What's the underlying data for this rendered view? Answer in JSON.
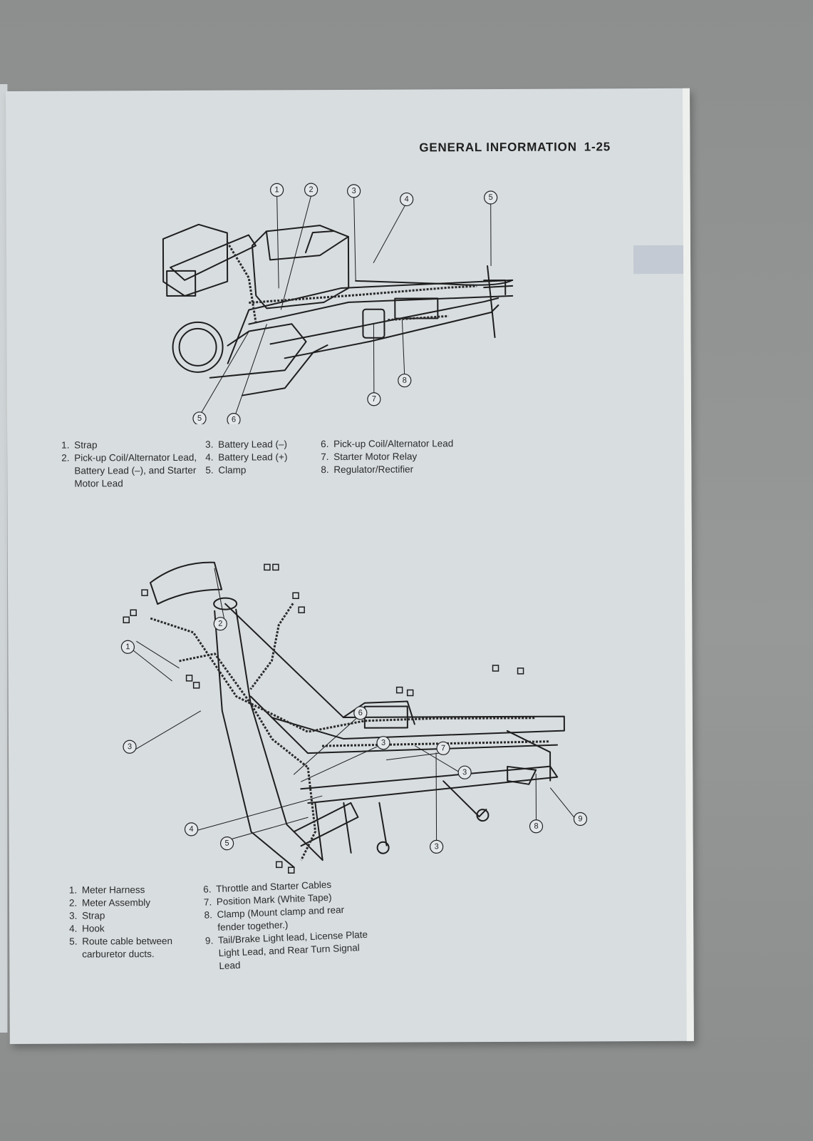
{
  "page": {
    "section_title": "GENERAL INFORMATION",
    "page_number": "1-25"
  },
  "figure1": {
    "callouts": [
      "1",
      "2",
      "3",
      "4",
      "5",
      "5",
      "6",
      "7",
      "8"
    ],
    "legend": [
      {
        "num": "1.",
        "text": "Strap"
      },
      {
        "num": "2.",
        "text": "Pick-up Coil/Alternator Lead, Battery Lead (–), and Starter Motor Lead"
      },
      {
        "num": "3.",
        "text": "Battery Lead (–)"
      },
      {
        "num": "4.",
        "text": "Battery Lead (+)"
      },
      {
        "num": "5.",
        "text": "Clamp"
      },
      {
        "num": "6.",
        "text": "Pick-up Coil/Alternator Lead"
      },
      {
        "num": "7.",
        "text": "Starter Motor Relay"
      },
      {
        "num": "8.",
        "text": "Regulator/Rectifier"
      }
    ]
  },
  "figure2": {
    "callouts": [
      "1",
      "2",
      "3",
      "6",
      "3",
      "7",
      "3",
      "4",
      "3",
      "5",
      "3",
      "8",
      "9"
    ],
    "legend": [
      {
        "num": "1.",
        "text": "Meter Harness"
      },
      {
        "num": "2.",
        "text": "Meter Assembly"
      },
      {
        "num": "3.",
        "text": "Strap"
      },
      {
        "num": "4.",
        "text": "Hook"
      },
      {
        "num": "5.",
        "text": "Route cable between carburetor ducts."
      },
      {
        "num": "6.",
        "text": "Throttle and Starter Cables"
      },
      {
        "num": "7.",
        "text": "Position Mark (White Tape)"
      },
      {
        "num": "8.",
        "text": "Clamp (Mount clamp and rear fender together.)"
      },
      {
        "num": "9.",
        "text": "Tail/Brake Light lead, License Plate Light Lead, and Rear Turn Signal Lead"
      }
    ]
  }
}
